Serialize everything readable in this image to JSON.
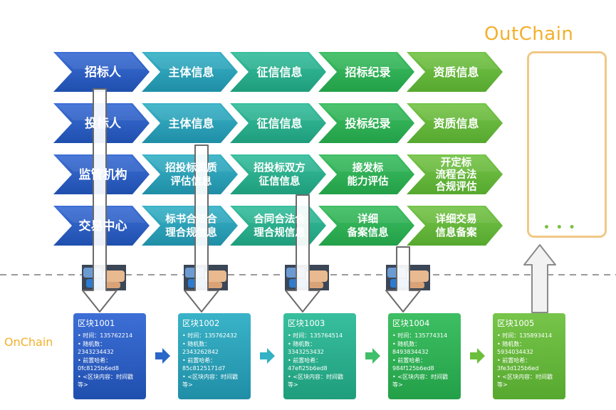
{
  "outchain_label": "OutChain",
  "onchain_label": "OnChain",
  "rows": [
    {
      "cells": [
        [
          "招标人"
        ],
        [
          "主体信息"
        ],
        [
          "征信信息"
        ],
        [
          "招标纪录"
        ],
        [
          "资质信息"
        ]
      ]
    },
    {
      "cells": [
        [
          "投标人"
        ],
        [
          "主体信息"
        ],
        [
          "征信信息"
        ],
        [
          "投标纪录"
        ],
        [
          "资质信息"
        ]
      ]
    },
    {
      "cells": [
        [
          "监管机构"
        ],
        [
          "招投标资质",
          "评估信息"
        ],
        [
          "招投标双方",
          "征信信息"
        ],
        [
          "接发标",
          "能力评估"
        ],
        [
          "开定标",
          "流程合法",
          "合规评估"
        ]
      ]
    },
    {
      "cells": [
        [
          "交易中心"
        ],
        [
          "标书合法合",
          "理合规信息"
        ],
        [
          "合同合法合",
          "理合规信息"
        ],
        [
          "详细",
          "备案信息"
        ],
        [
          "详细交易",
          "信息备案"
        ]
      ]
    }
  ],
  "blocks": [
    {
      "title": "区块1001",
      "lines": [
        "• 时间：135762214",
        "• 随机数：",
        "  2343234432",
        "• 前置哈希：",
        "  0fc8125b6ed8",
        "• <区块内容：时间戳",
        "  等>"
      ]
    },
    {
      "title": "区块1002",
      "lines": [
        "• 时间：135762432",
        "• 随机数：",
        "  2343262842",
        "• 前置哈希：",
        "  85c8125171d7",
        "• <区块内容：时间戳",
        "  等>"
      ]
    },
    {
      "title": "区块1003",
      "lines": [
        "• 时间：135764514",
        "• 随机数：",
        "  3343253432",
        "• 前置哈希：",
        "  47efi25b6ed8",
        "• <区块内容：时间戳",
        "  等>"
      ]
    },
    {
      "title": "区块1004",
      "lines": [
        "• 时间：135774314",
        "• 随机数：",
        "  8493834432",
        "• 前置哈希：",
        "  984f125b6ed8",
        "• <区块内容：时间戳",
        "  等>"
      ]
    },
    {
      "title": "区块1005",
      "lines": [
        "• 时间：135893414",
        "• 随机数：",
        "  5934034432",
        "• 前置哈希：",
        "  3fe3d125b6ed",
        "• <区块内容：时间戳",
        "  等>"
      ]
    }
  ],
  "oc_dots": "• • •",
  "colors": {
    "col_top": [
      "#3d6fd6",
      "#3ab3c8",
      "#38bf9e",
      "#3ebf63",
      "#77c54a"
    ],
    "col_bottom": [
      "#1f4fae",
      "#1f8ea6",
      "#1f9d7c",
      "#23a048",
      "#56a82f"
    ],
    "accent": "#f3b02b",
    "bank_red": "#c8201e"
  },
  "icons": [
    "bank-icon",
    "walking-person-icon",
    "standing-person-icon",
    "courthouse-icon",
    "handshake-icon"
  ]
}
